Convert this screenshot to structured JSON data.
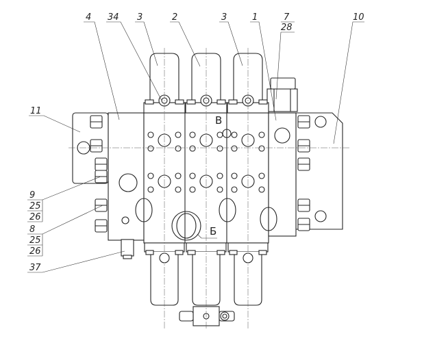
{
  "drawing": {
    "callouts": [
      {
        "id": "4",
        "text": "4"
      },
      {
        "id": "34",
        "text": "34"
      },
      {
        "id": "3a",
        "text": "3"
      },
      {
        "id": "2",
        "text": "2"
      },
      {
        "id": "3b",
        "text": "3"
      },
      {
        "id": "1",
        "text": "1"
      },
      {
        "id": "7",
        "text": "7"
      },
      {
        "id": "28",
        "text": "28"
      },
      {
        "id": "10",
        "text": "10"
      },
      {
        "id": "11",
        "text": "11"
      }
    ],
    "stack_9": [
      "9",
      "25",
      "26"
    ],
    "stack_8": [
      "8",
      "25",
      "26"
    ],
    "callout_37": "37",
    "view_v": "В",
    "view_b": "Б"
  }
}
